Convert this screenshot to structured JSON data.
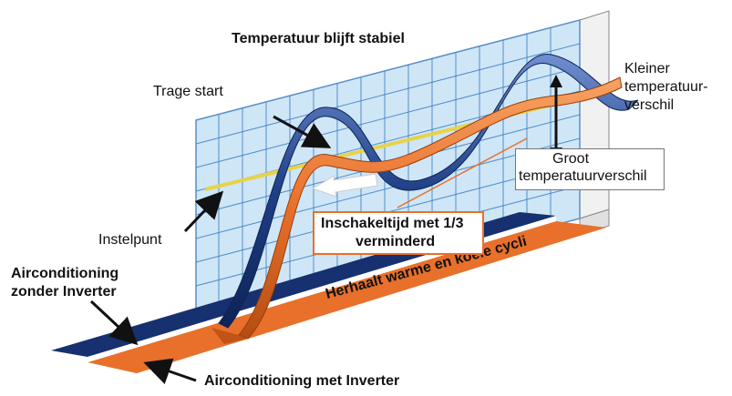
{
  "title": "Temperatuur blijft stabiel",
  "labels": {
    "slow_start": "Trage start",
    "setpoint": "Instelpunt",
    "without_inverter_line1": "Airconditioning",
    "without_inverter_line2": "zonder Inverter",
    "with_inverter": "Airconditioning met Inverter",
    "repeats_cycles": "Herhaalt warme en koele cycli",
    "smaller_diff_line1": "Kleiner",
    "smaller_diff_line2": "temperatuur-",
    "smaller_diff_line3": "verschil",
    "large_diff_line1": "Groot",
    "large_diff_line2": "temperatuurverschil",
    "switch_time_line1": "Inschakeltijd met 1/3",
    "switch_time_line2": "verminderd"
  },
  "colors": {
    "blue_ribbon": "#1f3f86",
    "orange_ribbon": "#e8702a",
    "grid_fill": "#cfe6f7",
    "grid_line": "#3b7fc4",
    "setpoint_line": "#e8d24a",
    "box_accent": "#e8702a"
  }
}
